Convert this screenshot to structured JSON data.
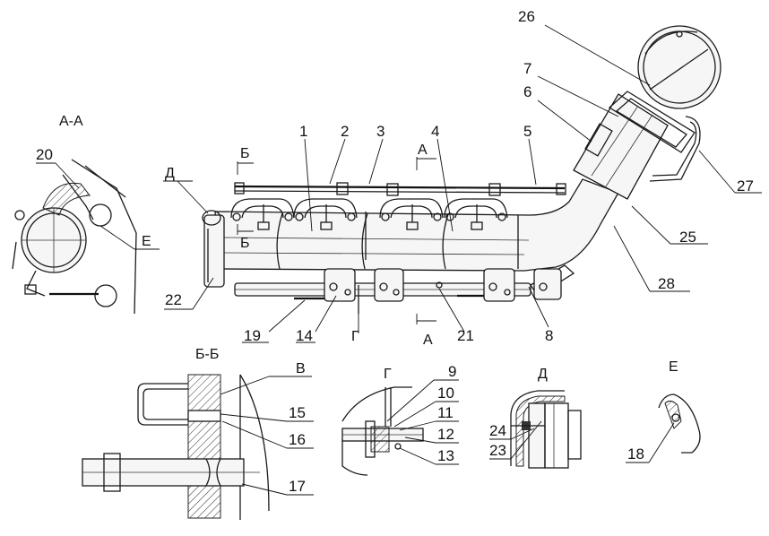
{
  "main_view": {
    "labels": {
      "n1": "1",
      "n2": "2",
      "n3": "3",
      "n4": "4",
      "n5": "5",
      "n6": "6",
      "n7": "7",
      "n8": "8",
      "n14": "14",
      "n19": "19",
      "n21": "21",
      "n22": "22",
      "n25": "25",
      "n26": "26",
      "n27": "27",
      "n28": "28"
    },
    "section_marks": {
      "b_top": "Б",
      "b_bottom": "Б",
      "a_top": "А",
      "a_bottom": "А",
      "d_mark": "Д",
      "g_mark": "Г"
    }
  },
  "view_aa": {
    "title": "А-А",
    "n20": "20",
    "e_mark": "Е"
  },
  "view_bb": {
    "title": "Б-Б",
    "v_mark": "В",
    "n15": "15",
    "n16": "16",
    "n17": "17"
  },
  "view_g": {
    "title": "Г",
    "n9": "9",
    "n10": "10",
    "n11": "11",
    "n12": "12",
    "n13": "13"
  },
  "view_d": {
    "title": "Д",
    "n23": "23",
    "n24": "24"
  },
  "view_e": {
    "title": "Е",
    "n18": "18"
  }
}
